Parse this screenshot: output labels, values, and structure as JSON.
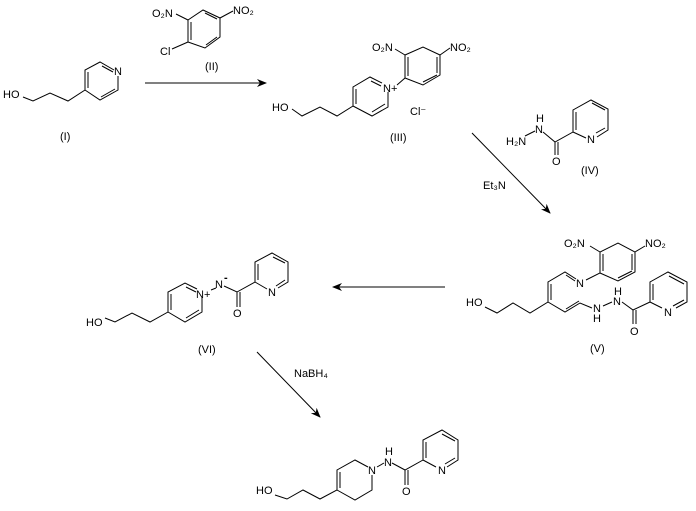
{
  "compounds": {
    "I": {
      "label": "(I)",
      "ho": "HO",
      "n": "N"
    },
    "II": {
      "label": "(II)",
      "o2n": "O₂N",
      "no2": "NO₂",
      "cl": "Cl"
    },
    "III": {
      "label": "(III)",
      "ho": "HO",
      "n": "N+",
      "o2n": "O₂N",
      "no2": "NO₂",
      "cl": "Cl⁻"
    },
    "IV": {
      "label": "(IV)",
      "h2n": "H₂N",
      "nh_n": "N",
      "nh_h": "H",
      "o": "O",
      "n": "N"
    },
    "V": {
      "label": "(V)",
      "ho": "HO",
      "n": "N",
      "o2n": "O₂N",
      "no2": "NO₂",
      "nh1_n": "N",
      "nh1_h": "H",
      "nh2_n": "N",
      "nh2_h": "H",
      "o": "O",
      "pyr_n": "N"
    },
    "VI": {
      "label": "(VI)",
      "ho": "HO",
      "n": "N+",
      "nminus": "N",
      "minus": "-",
      "o": "O",
      "pyr_n": "N"
    },
    "VII": {
      "ho": "HO",
      "n": "N",
      "nh_n": "N",
      "nh_h": "H",
      "o": "O",
      "pyr_n": "N"
    }
  },
  "reagents": {
    "step2": "Et₃N",
    "step4": "NaBH₄"
  }
}
